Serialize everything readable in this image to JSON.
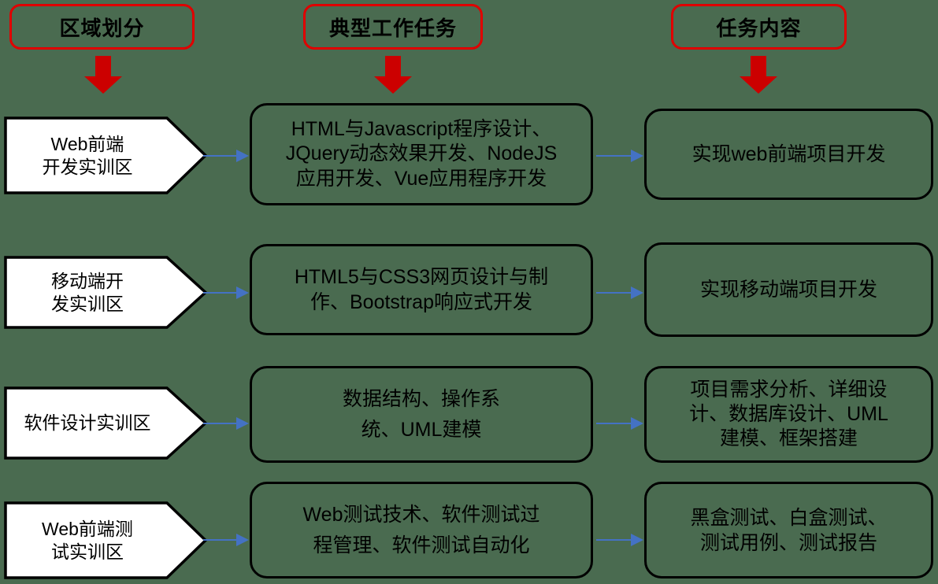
{
  "colors": {
    "background": "#4a6b50",
    "header_border": "#e00000",
    "header_arrow": "#cc0000",
    "box_border": "#000000",
    "pentagon_fill": "#ffffff",
    "pentagon_border": "#000000",
    "connector_arrow": "#4472c4",
    "text": "#000000"
  },
  "headers": [
    {
      "label": "区域划分",
      "name": "header-area-division"
    },
    {
      "label": "典型工作任务",
      "name": "header-typical-work-task"
    },
    {
      "label": "任务内容",
      "name": "header-task-content"
    }
  ],
  "rows": [
    {
      "area": {
        "lines": [
          "Web前端",
          "开发实训区"
        ]
      },
      "task": {
        "text": "HTML与Javascript程序设计、\nJQuery动态效果开发、NodeJS\n应用开发、Vue应用程序开发"
      },
      "content": {
        "text": "实现web前端项目开发"
      }
    },
    {
      "area": {
        "lines": [
          "移动端开",
          "发实训区"
        ]
      },
      "task": {
        "text": "HTML5与CSS3网页设计与制\n作、Bootstrap响应式开发"
      },
      "content": {
        "text": "实现移动端项目开发"
      }
    },
    {
      "area": {
        "lines": [
          "软件设计实训区"
        ]
      },
      "task": {
        "text": "数据结构、操作系\n统、UML建模"
      },
      "content": {
        "text": "项目需求分析、详细设\n计、数据库设计、UML\n建模、框架搭建"
      }
    },
    {
      "area": {
        "lines": [
          "Web前端测",
          "试实训区"
        ]
      },
      "task": {
        "text": "Web测试技术、软件测试过\n程管理、软件测试自动化"
      },
      "content": {
        "text": "黑盒测试、白盒测试、\n测试用例、测试报告"
      }
    }
  ]
}
